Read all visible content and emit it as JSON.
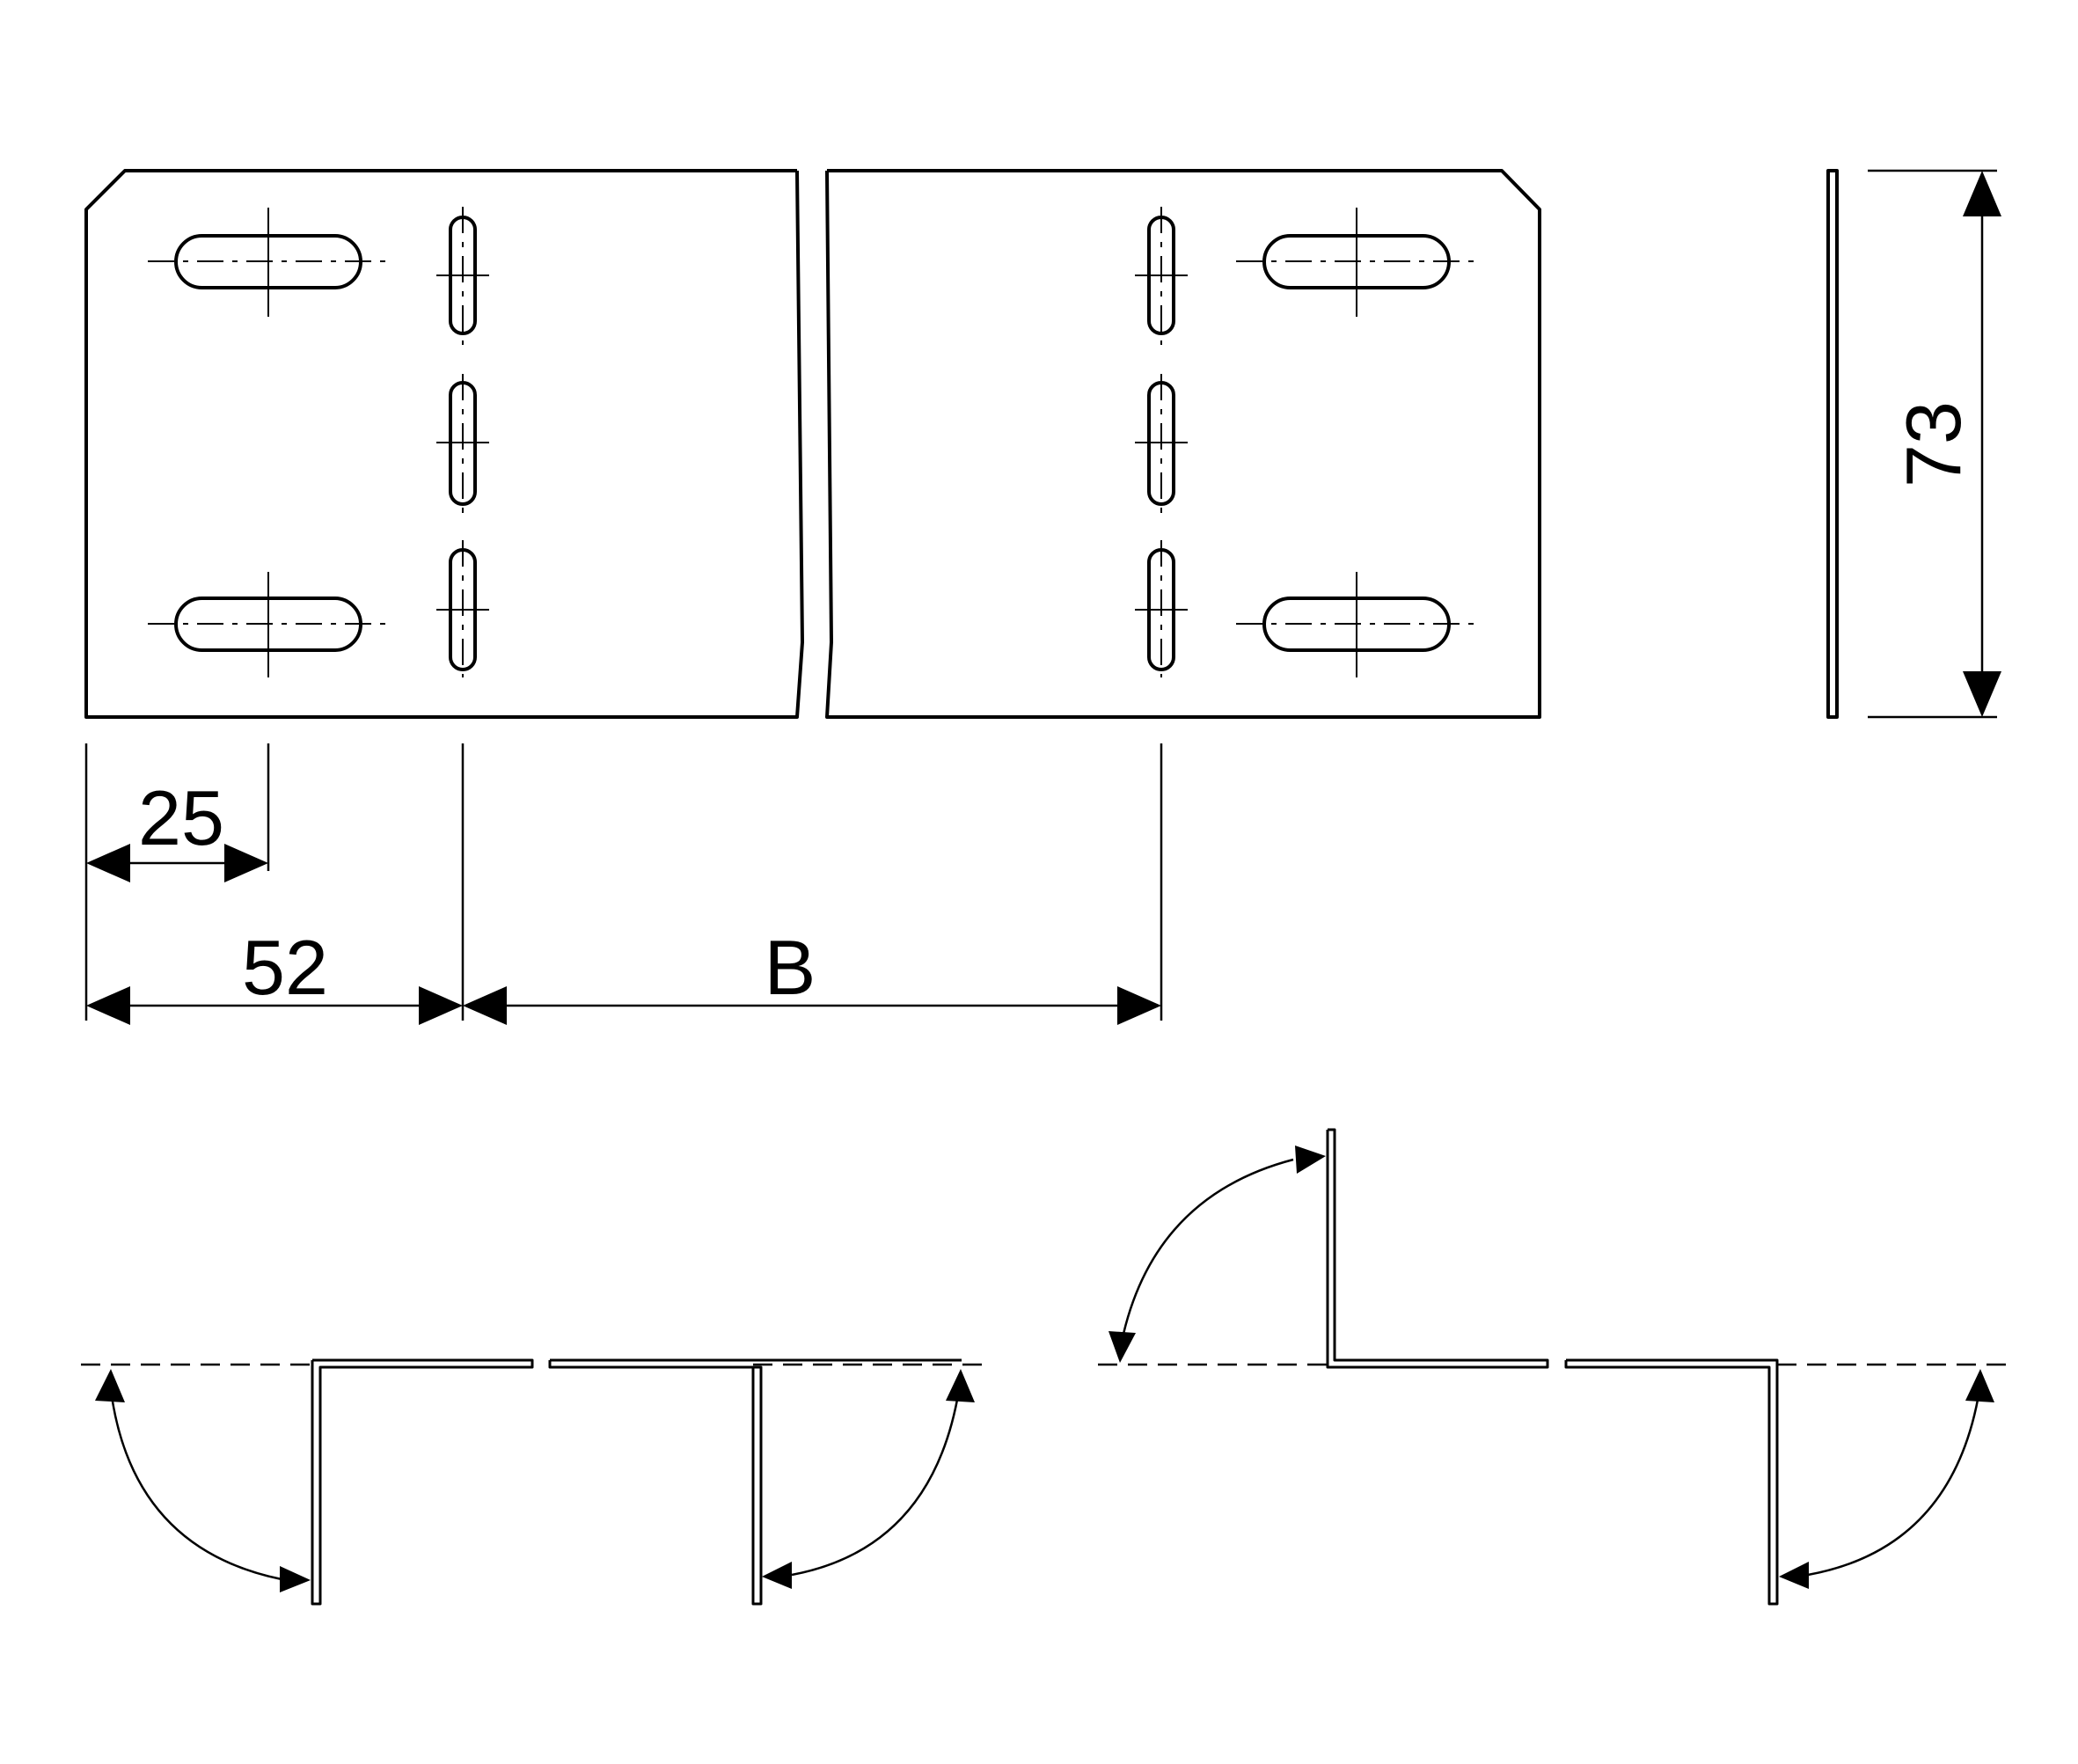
{
  "dimensions": {
    "hole_offset": "25",
    "slot_offset": "52",
    "slot_spacing": "B",
    "height": "73"
  },
  "colors": {
    "line": "#000000",
    "background": "#ffffff"
  }
}
